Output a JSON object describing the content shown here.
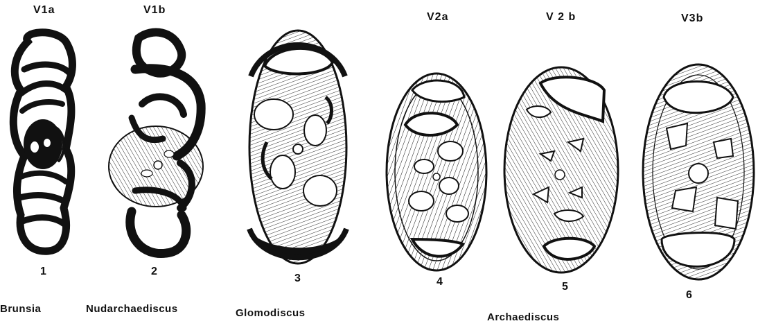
{
  "specimens": [
    {
      "stage": "V1a",
      "number": "1"
    },
    {
      "stage": "V1b",
      "number": "2"
    },
    {
      "stage": "V2a",
      "number": "4"
    },
    {
      "stage": "V 2 b",
      "number": "5"
    },
    {
      "stage": "V3b",
      "number": "6"
    },
    {
      "number": "3"
    }
  ],
  "genera": [
    "Brunsia",
    "Nudarchaediscus",
    "Glomodiscus",
    "Archaediscus"
  ],
  "colors": {
    "ink": "#111111",
    "paper": "#ffffff"
  }
}
